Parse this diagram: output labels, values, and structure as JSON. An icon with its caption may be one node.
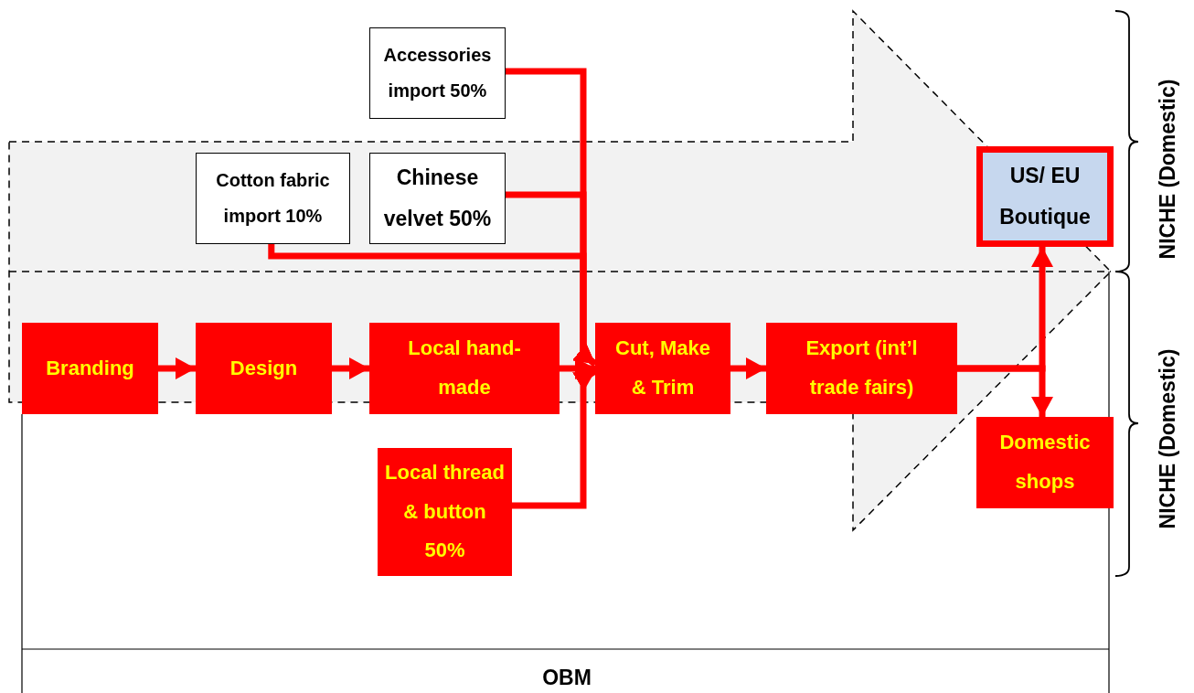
{
  "diagram": {
    "nodes": [
      {
        "text": [
          "Accessories import 50%"
        ]
      },
      {
        "text": [
          "Cotton fabric import 10%"
        ]
      },
      {
        "text": [
          "Chinese velvet 50%"
        ]
      },
      {
        "text": [
          "US/ EU Boutique"
        ]
      },
      {
        "text": [
          "Branding"
        ]
      },
      {
        "text": [
          "Design"
        ]
      },
      {
        "text": [
          "Local hand-made"
        ]
      },
      {
        "text": [
          "Cut, Make & Trim"
        ]
      },
      {
        "text": [
          "Export (int’l trade fairs)"
        ]
      },
      {
        "text": [
          "Domestic shops"
        ]
      },
      {
        "text": [
          "Local thread & button 50%"
        ]
      }
    ],
    "edges": [
      {
        "from": 0,
        "to": 7,
        "arrow": "to"
      },
      {
        "from": 2,
        "to": 7,
        "arrow": "to"
      },
      {
        "from": 1,
        "to": 7,
        "arrow": "to"
      },
      {
        "from": 6,
        "to": 7,
        "arrow": "to"
      },
      {
        "from": 10,
        "to": 7,
        "arrow": "to"
      },
      {
        "from": 4,
        "to": 5,
        "arrow": "to"
      },
      {
        "from": 5,
        "to": 6,
        "arrow": "to"
      },
      {
        "from": 7,
        "to": 8,
        "arrow": "to"
      },
      {
        "from": 8,
        "to": 3,
        "arrow": "to"
      },
      {
        "from": 8,
        "to": 9,
        "arrow": "to"
      }
    ],
    "labels": [
      "NICHE (Domestic)",
      "NICHE (Domestic)",
      "OBM"
    ]
  }
}
